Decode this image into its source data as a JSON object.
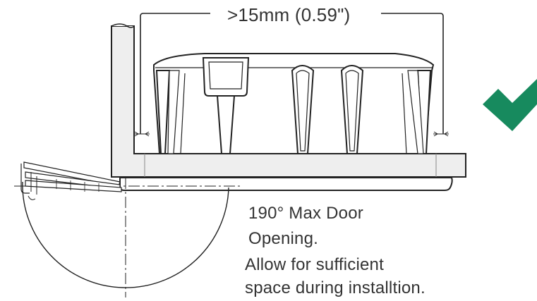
{
  "clearance_label": ">15mm (0.59\")",
  "door_note": {
    "line1": "190° Max Door",
    "line2": "Opening.",
    "line3": "Allow for sufficient",
    "line4": "space during installtion."
  },
  "colors": {
    "check": "#178a5e",
    "cabinet_fill": "#eeeeee",
    "stroke": "#222222"
  },
  "icons": {
    "approval": "checkmark-icon"
  }
}
